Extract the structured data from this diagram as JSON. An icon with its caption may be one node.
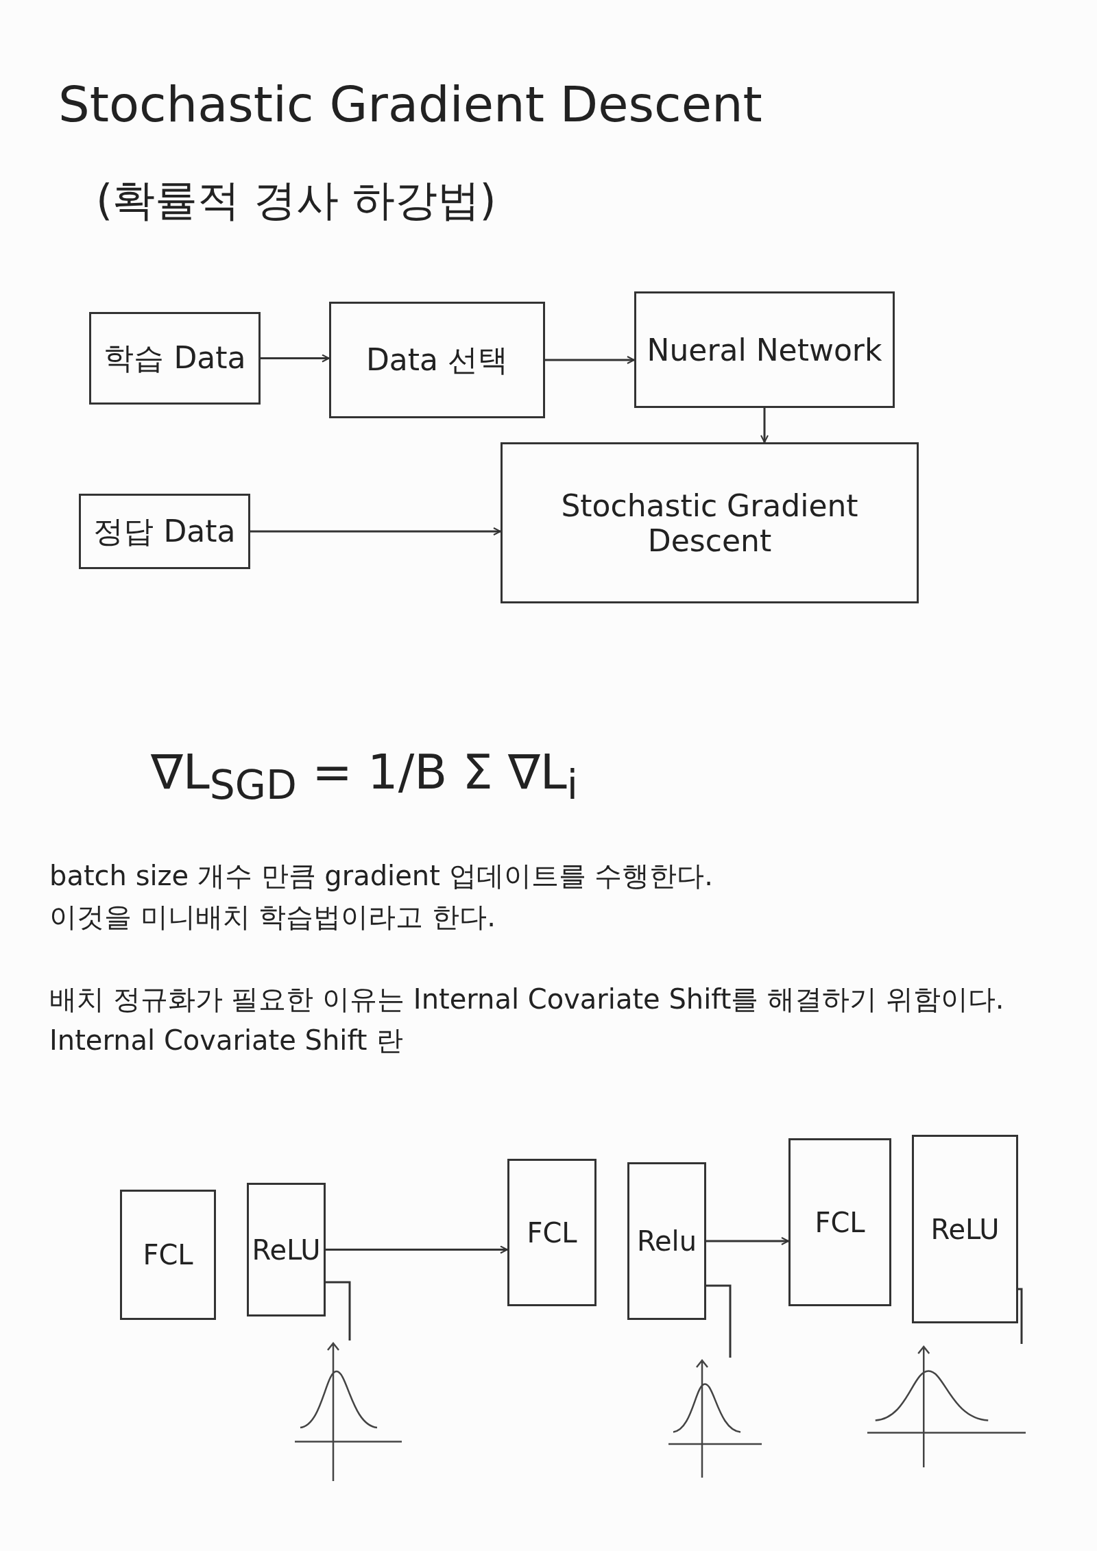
{
  "diagram": {
    "title": "Stochastic Gradient Descent",
    "nodes": [
      {
        "text": [
          "학습 Data"
        ]
      },
      {
        "text": [
          "Data 선택"
        ]
      },
      {
        "text": [
          "Nueral Network"
        ]
      },
      {
        "text": [
          "정답 Data"
        ]
      },
      {
        "text": [
          "Stochastic Gradient Descent"
        ]
      },
      {
        "text": [
          "FCL"
        ]
      },
      {
        "text": [
          "ReLU"
        ]
      },
      {
        "text": [
          "FCL"
        ]
      },
      {
        "text": [
          "Relu"
        ]
      },
      {
        "text": [
          "FCL"
        ]
      },
      {
        "text": [
          "ReLU"
        ]
      },
      {
        "text": [],
        "shape": "picture"
      },
      {
        "text": [],
        "shape": "picture"
      },
      {
        "text": [],
        "shape": "picture"
      }
    ],
    "edges": [
      {
        "from": 0,
        "to": 1,
        "arrow": "to"
      },
      {
        "from": 1,
        "to": 2,
        "arrow": "to"
      },
      {
        "from": 2,
        "to": 4,
        "arrow": "to"
      },
      {
        "from": 3,
        "to": 4,
        "arrow": "to"
      },
      {
        "from": 6,
        "to": 7,
        "arrow": "to"
      },
      {
        "from": 8,
        "to": 9,
        "arrow": "to"
      },
      {
        "from": 6,
        "to": 11,
        "arrow": "none"
      },
      {
        "from": 8,
        "to": 12,
        "arrow": "none"
      },
      {
        "from": 10,
        "to": 13,
        "arrow": "none"
      }
    ],
    "labels": [
      "(확률적 경사 하강법)",
      "∇L$_{SGD}$ = 1/B Σ ∇L$_{i}$",
      "batch size 개수 만큼 gradient 업데이트를 수행한다.",
      "이것을 미니배치 학습법이라고 한다.",
      "배치 정규화가 필요한 이유는 Internal Covariate Shift를 해결하기 위함이다.",
      "Internal Covariate Shift 란"
    ]
  }
}
